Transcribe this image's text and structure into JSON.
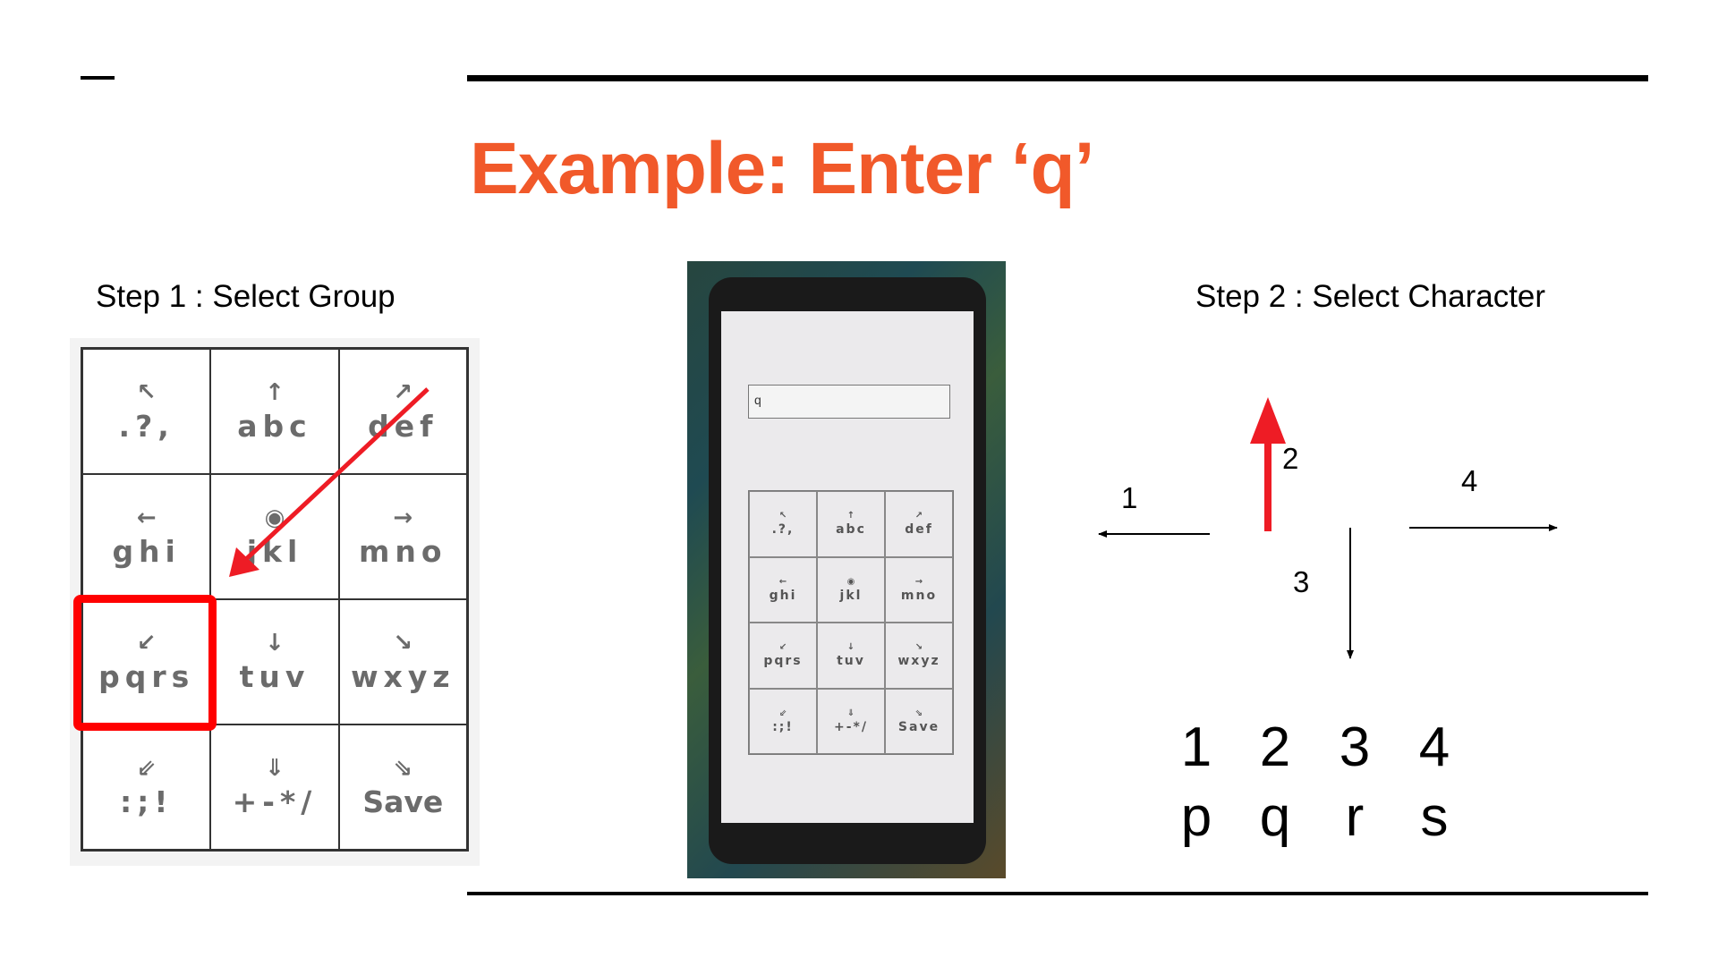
{
  "slide": {
    "title": "Example: Enter ‘q’",
    "step1_label": "Step 1 : Select Group",
    "step2_label": "Step 2 : Select Character"
  },
  "keyboard": {
    "keys": [
      {
        "arrow": "↖",
        "label": ".?,"
      },
      {
        "arrow": "↑",
        "label": "abc"
      },
      {
        "arrow": "↗",
        "label": "def"
      },
      {
        "arrow": "←",
        "label": "ghi"
      },
      {
        "arrow": "◉",
        "label": "jkl"
      },
      {
        "arrow": "→",
        "label": "mno"
      },
      {
        "arrow": "↙",
        "label": "pqrs"
      },
      {
        "arrow": "↓",
        "label": "tuv"
      },
      {
        "arrow": "↘",
        "label": "wxyz"
      },
      {
        "arrow": "⇙",
        "label": ":;!"
      },
      {
        "arrow": "⇓",
        "label": "+-*/"
      },
      {
        "arrow": "⇘",
        "label": "Save"
      }
    ],
    "selected_group": "pqrs",
    "highlight_color": "#ff0000"
  },
  "phone": {
    "input_value": "q"
  },
  "step2": {
    "directions": [
      "1",
      "2",
      "3",
      "4"
    ],
    "mapping": {
      "numbers": [
        "1",
        "2",
        "3",
        "4"
      ],
      "chars": [
        "p",
        "q",
        "r",
        "s"
      ]
    }
  },
  "colors": {
    "title": "#f1592a",
    "accent_arrow": "#ee1c25"
  }
}
